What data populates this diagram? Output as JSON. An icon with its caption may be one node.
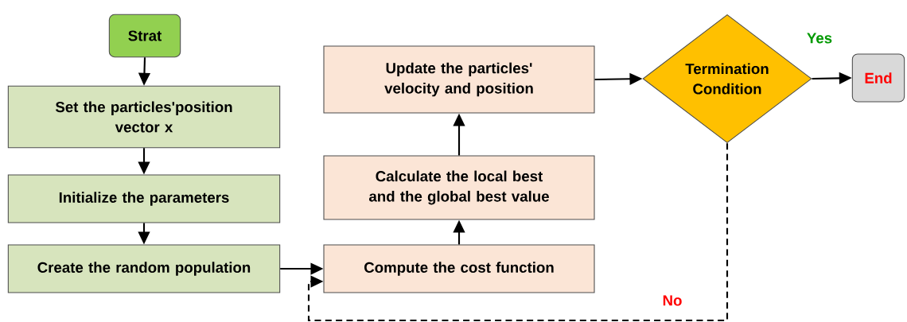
{
  "diagram": {
    "nodes": [
      {
        "text": [
          "Strat"
        ]
      },
      {
        "text": [
          "Set the particles'position vector x"
        ]
      },
      {
        "text": [
          "Initialize the parameters"
        ]
      },
      {
        "text": [
          "Create the random population"
        ]
      },
      {
        "text": [
          "Compute the cost function"
        ]
      },
      {
        "text": [
          "Calculate the local best and the global best value"
        ]
      },
      {
        "text": [
          "Update the particles' velocity and position"
        ]
      },
      {
        "text": [
          "Termination Condition"
        ]
      },
      {
        "text": [
          "End"
        ]
      }
    ],
    "edges": [
      {
        "from": 0,
        "to": 1,
        "arrow": "to"
      },
      {
        "from": 1,
        "to": 2,
        "arrow": "to"
      },
      {
        "from": 2,
        "to": 3,
        "arrow": "to"
      },
      {
        "from": 3,
        "to": 4,
        "arrow": "to"
      },
      {
        "from": 4,
        "to": 5,
        "arrow": "to"
      },
      {
        "from": 5,
        "to": 6,
        "arrow": "to"
      },
      {
        "from": 6,
        "to": 7,
        "arrow": "to"
      },
      {
        "from": 7,
        "to": 8,
        "arrow": "to",
        "label": "Yes"
      },
      {
        "from": 7,
        "to": 4,
        "arrow": "to",
        "label": "No",
        "style": "dashed"
      }
    ]
  }
}
